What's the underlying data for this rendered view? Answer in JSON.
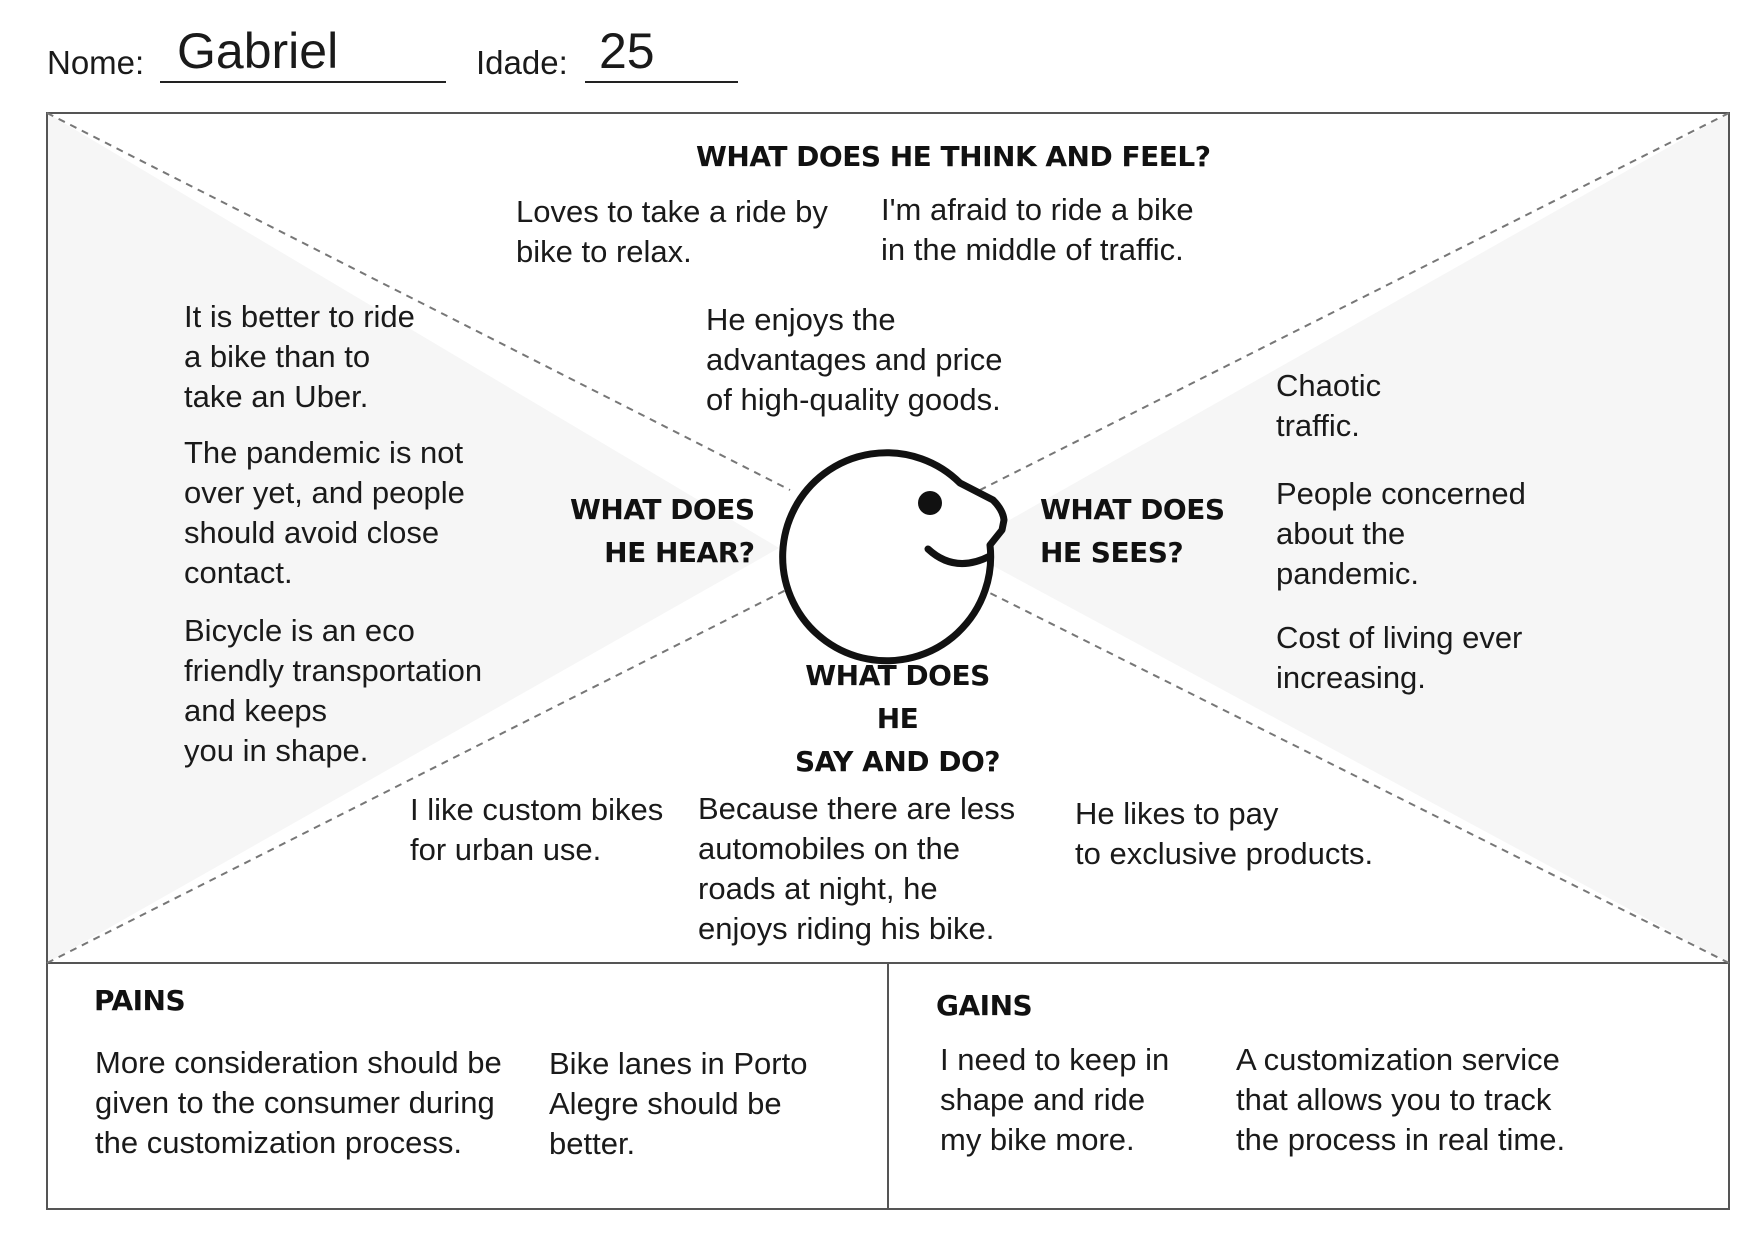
{
  "header": {
    "name_label": "Nome:",
    "name_value": "Gabriel",
    "age_label": "Idade:",
    "age_value": "25"
  },
  "empathy_map": {
    "think_and_feel": {
      "heading": "WHAT DOES HE THINK AND FEEL?",
      "notes": [
        [
          "Loves to take a ride by",
          "bike to relax."
        ],
        [
          "I'm afraid to ride a bike",
          "in the middle of traffic."
        ],
        [
          "He enjoys the",
          "advantages and price",
          "of high-quality goods."
        ]
      ]
    },
    "hear": {
      "heading": [
        "WHAT DOES",
        "HE HEAR?"
      ],
      "notes": [
        [
          "It is better to ride",
          "a bike than to",
          "take an Uber."
        ],
        [
          "The pandemic is not",
          "over yet, and people",
          "should avoid close",
          "contact."
        ],
        [
          "Bicycle is an eco",
          "friendly transportation",
          "and keeps",
          "you in shape."
        ]
      ]
    },
    "see": {
      "heading": [
        "WHAT DOES",
        "HE SEES?"
      ],
      "notes": [
        [
          "Chaotic",
          "traffic."
        ],
        [
          "People concerned",
          "about the",
          "pandemic."
        ],
        [
          "Cost of living ever",
          "increasing."
        ]
      ]
    },
    "say_and_do": {
      "heading": [
        "WHAT DOES HE",
        "SAY AND DO?"
      ],
      "notes": [
        [
          "I like custom bikes",
          "for urban use."
        ],
        [
          "Because there are less",
          "automobiles on the",
          "roads at night, he",
          "enjoys riding his bike."
        ],
        [
          "He likes to pay",
          "to exclusive products."
        ]
      ]
    },
    "face_icon": "smiling-head-profile-icon"
  },
  "pains": {
    "title": "PAINS",
    "notes": [
      [
        "More consideration should be",
        "given to the consumer during",
        "the customization process."
      ],
      [
        "Bike lanes in Porto",
        "Alegre should be",
        "better."
      ]
    ]
  },
  "gains": {
    "title": "GAINS",
    "notes": [
      [
        "I need to keep in",
        "shape and ride",
        "my bike more."
      ],
      [
        "A customization service",
        "that allows you to track",
        "the process in real time."
      ]
    ]
  },
  "colors": {
    "side_fill": "#f6f6f6",
    "border": "#555555",
    "dashed": "#777777",
    "text": "#1a1a1a"
  }
}
